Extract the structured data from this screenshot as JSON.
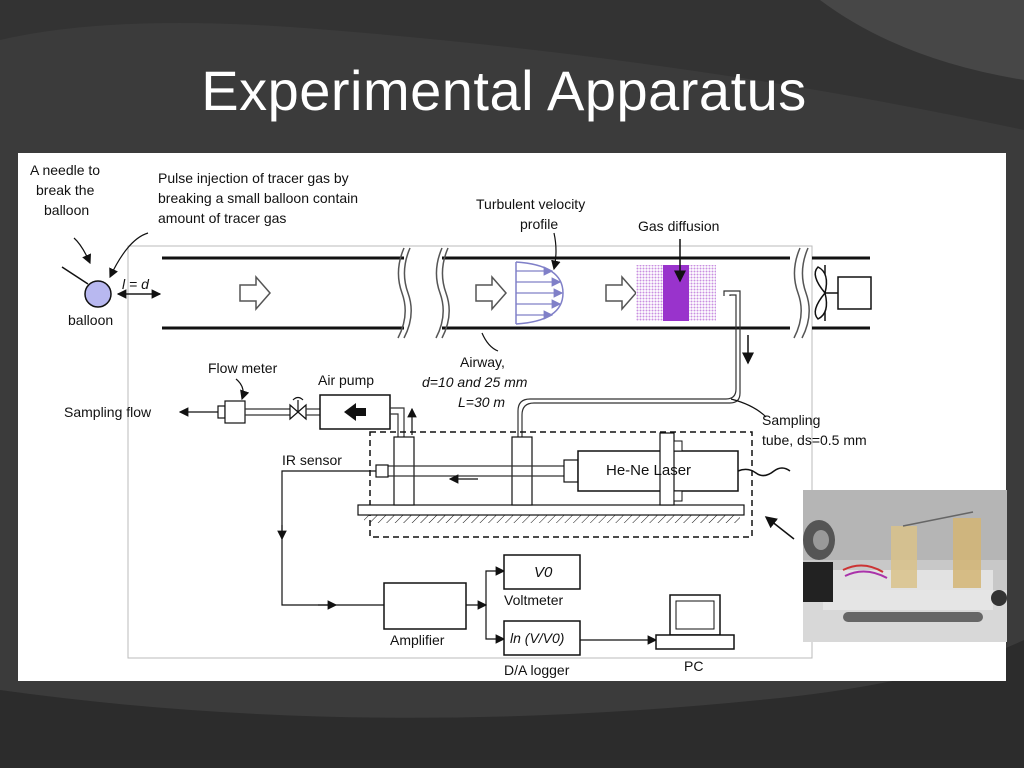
{
  "slide": {
    "title": "Experimental Apparatus"
  },
  "diagram": {
    "needle_label": [
      "A needle to",
      "break the",
      "balloon"
    ],
    "pulse_label": [
      "Pulse injection of tracer gas by",
      "breaking a small balloon contain",
      "amount of tracer gas"
    ],
    "turbulent_label": [
      "Turbulent velocity",
      "profile"
    ],
    "gas_diffusion_label": "Gas diffusion",
    "l_equals_d": "l = d",
    "balloon_label": "balloon",
    "airway_label": [
      "Airway,",
      "d=10 and 25 mm",
      "L=30 m"
    ],
    "flow_meter_label": "Flow meter",
    "air_pump_label": "Air pump",
    "sampling_flow_label": "Sampling flow",
    "sampling_tube_label": [
      "Sampling",
      "tube, ds=0.5 mm"
    ],
    "ir_sensor_label": "IR sensor",
    "laser_label": "He-Ne Laser",
    "v0_label": "V0",
    "voltmeter_label": "Voltmeter",
    "ln_label": "ln (V/V0)",
    "dalogger_label": "D/A logger",
    "amplifier_label": "Amplifier",
    "pc_label": "PC"
  },
  "colors": {
    "background": "#3a3a3a",
    "title_text": "#ffffff",
    "balloon_fill": "#b8b8f0",
    "profile_arrows": "#8080c8",
    "diffusion_core": "#9933cc",
    "diffusion_halo": "#d9a6e8"
  }
}
